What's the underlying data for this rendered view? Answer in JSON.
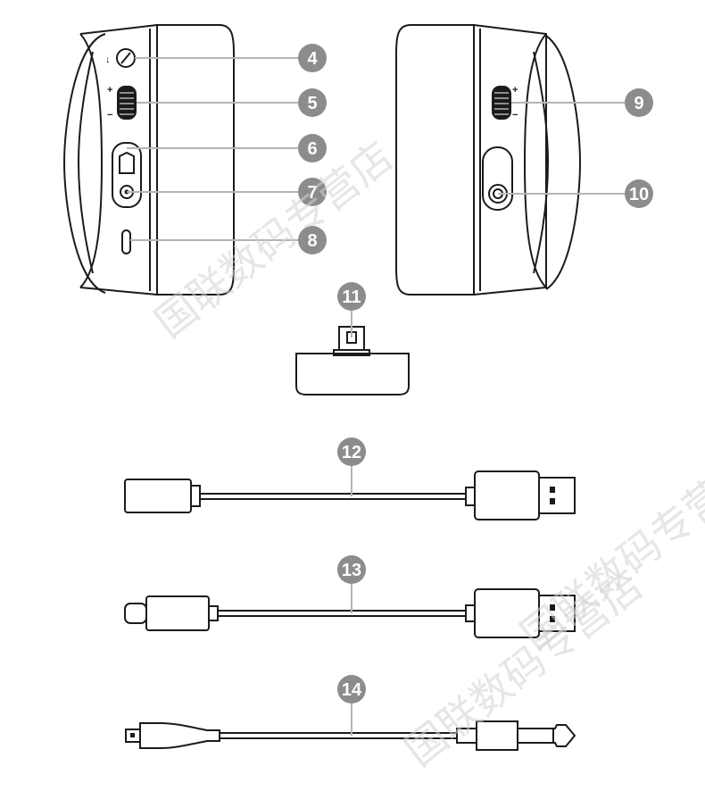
{
  "callouts": [
    {
      "id": "c4",
      "label": "4"
    },
    {
      "id": "c5",
      "label": "5"
    },
    {
      "id": "c6",
      "label": "6"
    },
    {
      "id": "c7",
      "label": "7"
    },
    {
      "id": "c8",
      "label": "8"
    },
    {
      "id": "c9",
      "label": "9"
    },
    {
      "id": "c10",
      "label": "10"
    },
    {
      "id": "c11",
      "label": "11"
    },
    {
      "id": "c12",
      "label": "12"
    },
    {
      "id": "c13",
      "label": "13"
    },
    {
      "id": "c14",
      "label": "14"
    }
  ],
  "volume_marks": {
    "plus": "+",
    "minus": "−"
  },
  "watermarks": [
    "国联数码专营店",
    "国联数码专营店",
    "国联数码专营店"
  ],
  "colors": {
    "ink": "#1b1b1b",
    "callout_fill": "#8c8c8c",
    "leader_line": "#b4b4b4",
    "watermark": "#d2d2d2"
  }
}
